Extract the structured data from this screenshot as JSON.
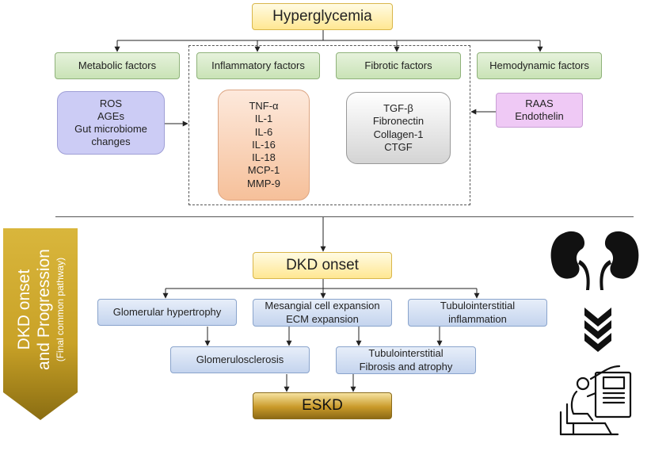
{
  "top": {
    "title": "Hyperglycemia"
  },
  "factors": {
    "metabolic": "Metabolic factors",
    "inflammatory": "Inflammatory factors",
    "fibrotic": "Fibrotic factors",
    "hemodynamic": "Hemodynamic factors"
  },
  "metabolic_items": [
    "ROS",
    "AGEs",
    "Gut microbiome",
    "changes"
  ],
  "inflammatory_items": [
    "TNF-α",
    "IL-1",
    "IL-6",
    "IL-16",
    "IL-18",
    "MCP-1",
    "MMP-9"
  ],
  "fibrotic_items": [
    "TGF-β",
    "Fibronectin",
    "Collagen-1",
    "CTGF"
  ],
  "hemodynamic_items": [
    "RAAS",
    "Endothelin"
  ],
  "progression": {
    "onset": "DKD onset",
    "glomerular_hypertrophy": "Glomerular hypertrophy",
    "mesangial": "Mesangial cell expansion\nECM expansion",
    "tubulointerstitial_inflammation": "Tubulointerstitial\ninflammation",
    "glomerulosclerosis": "Glomerulosclerosis",
    "tubulointerstitial_fibrosis": "Tubulointerstitial\nFibrosis and atrophy",
    "eskd": "ESKD"
  },
  "side_banner": {
    "line1": "DKD onset and Progression",
    "line2": "(Final common pathway)"
  },
  "colors": {
    "banner_gold": "#c9a227",
    "banner_dark": "#8a6d12",
    "icon_black": "#111111"
  },
  "icons": [
    "kidneys-icon",
    "chevrons-down-icon",
    "dialysis-patient-icon"
  ]
}
